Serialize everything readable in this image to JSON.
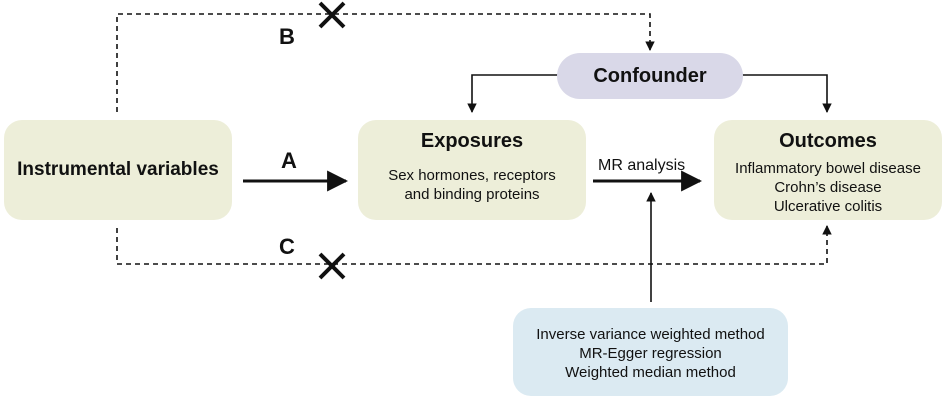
{
  "confounder": {
    "label": "Confounder",
    "color": "#d9d8e8"
  },
  "instrumental": {
    "label": "Instrumental variables"
  },
  "exposures": {
    "title": "Exposures",
    "lines": [
      "Sex hormones, receptors",
      "and binding proteins"
    ]
  },
  "outcomes": {
    "title": "Outcomes",
    "lines": [
      "Inflammatory bowel disease",
      "Crohn’s disease",
      "Ulcerative colitis"
    ]
  },
  "mr_analysis": {
    "label": "MR analysis"
  },
  "methods": {
    "lines": [
      "Inverse variance weighted method",
      "MR-Egger regression",
      "Weighted median method"
    ],
    "color": "#dbeaf2"
  },
  "path_labels": {
    "a": "A",
    "b": "B",
    "c": "C"
  },
  "colors": {
    "box_fill": "#edeed9",
    "line": "#111111"
  }
}
